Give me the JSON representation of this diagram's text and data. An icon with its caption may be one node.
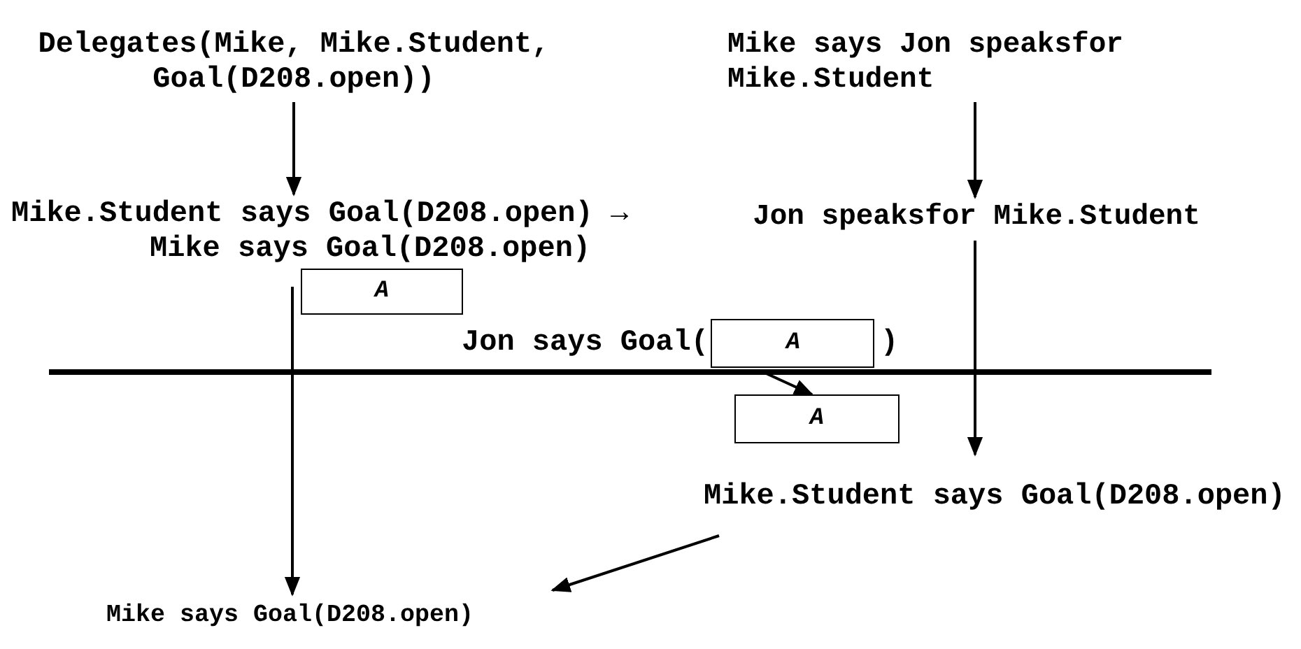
{
  "diagram": {
    "nodes": [
      {
        "text": [
          "Delegates(Mike, Mike.Student, Goal(D208.open))"
        ]
      },
      {
        "text": [
          "Mike says Jon speaksfor Mike.Student"
        ]
      },
      {
        "text": [
          "Mike.Student says Goal(D208.open) → Mike says Goal(D208.open)"
        ]
      },
      {
        "text": [
          "Jon speaksfor Mike.Student"
        ]
      },
      {
        "text": [
          "A"
        ]
      },
      {
        "text": [
          "Jon says Goal(",
          ")"
        ]
      },
      {
        "text": [
          "A"
        ],
        "in": 5
      },
      {
        "text": [
          "A"
        ]
      },
      {
        "text": [
          "Mike.Student says Goal(D208.open)"
        ]
      },
      {
        "text": [
          "Mike says Goal(D208.open)"
        ]
      }
    ],
    "edges": [
      {
        "from": 0,
        "to": 2,
        "arrow": "to"
      },
      {
        "from": 1,
        "to": 3,
        "arrow": "to"
      },
      {
        "from": 2,
        "to": 9,
        "arrow": "to"
      },
      {
        "from": 3,
        "to": 8,
        "arrow": "to"
      },
      {
        "from": 8,
        "to": 9,
        "arrow": "to"
      },
      {
        "from": 6,
        "to": 7,
        "arrow": "to"
      }
    ]
  }
}
